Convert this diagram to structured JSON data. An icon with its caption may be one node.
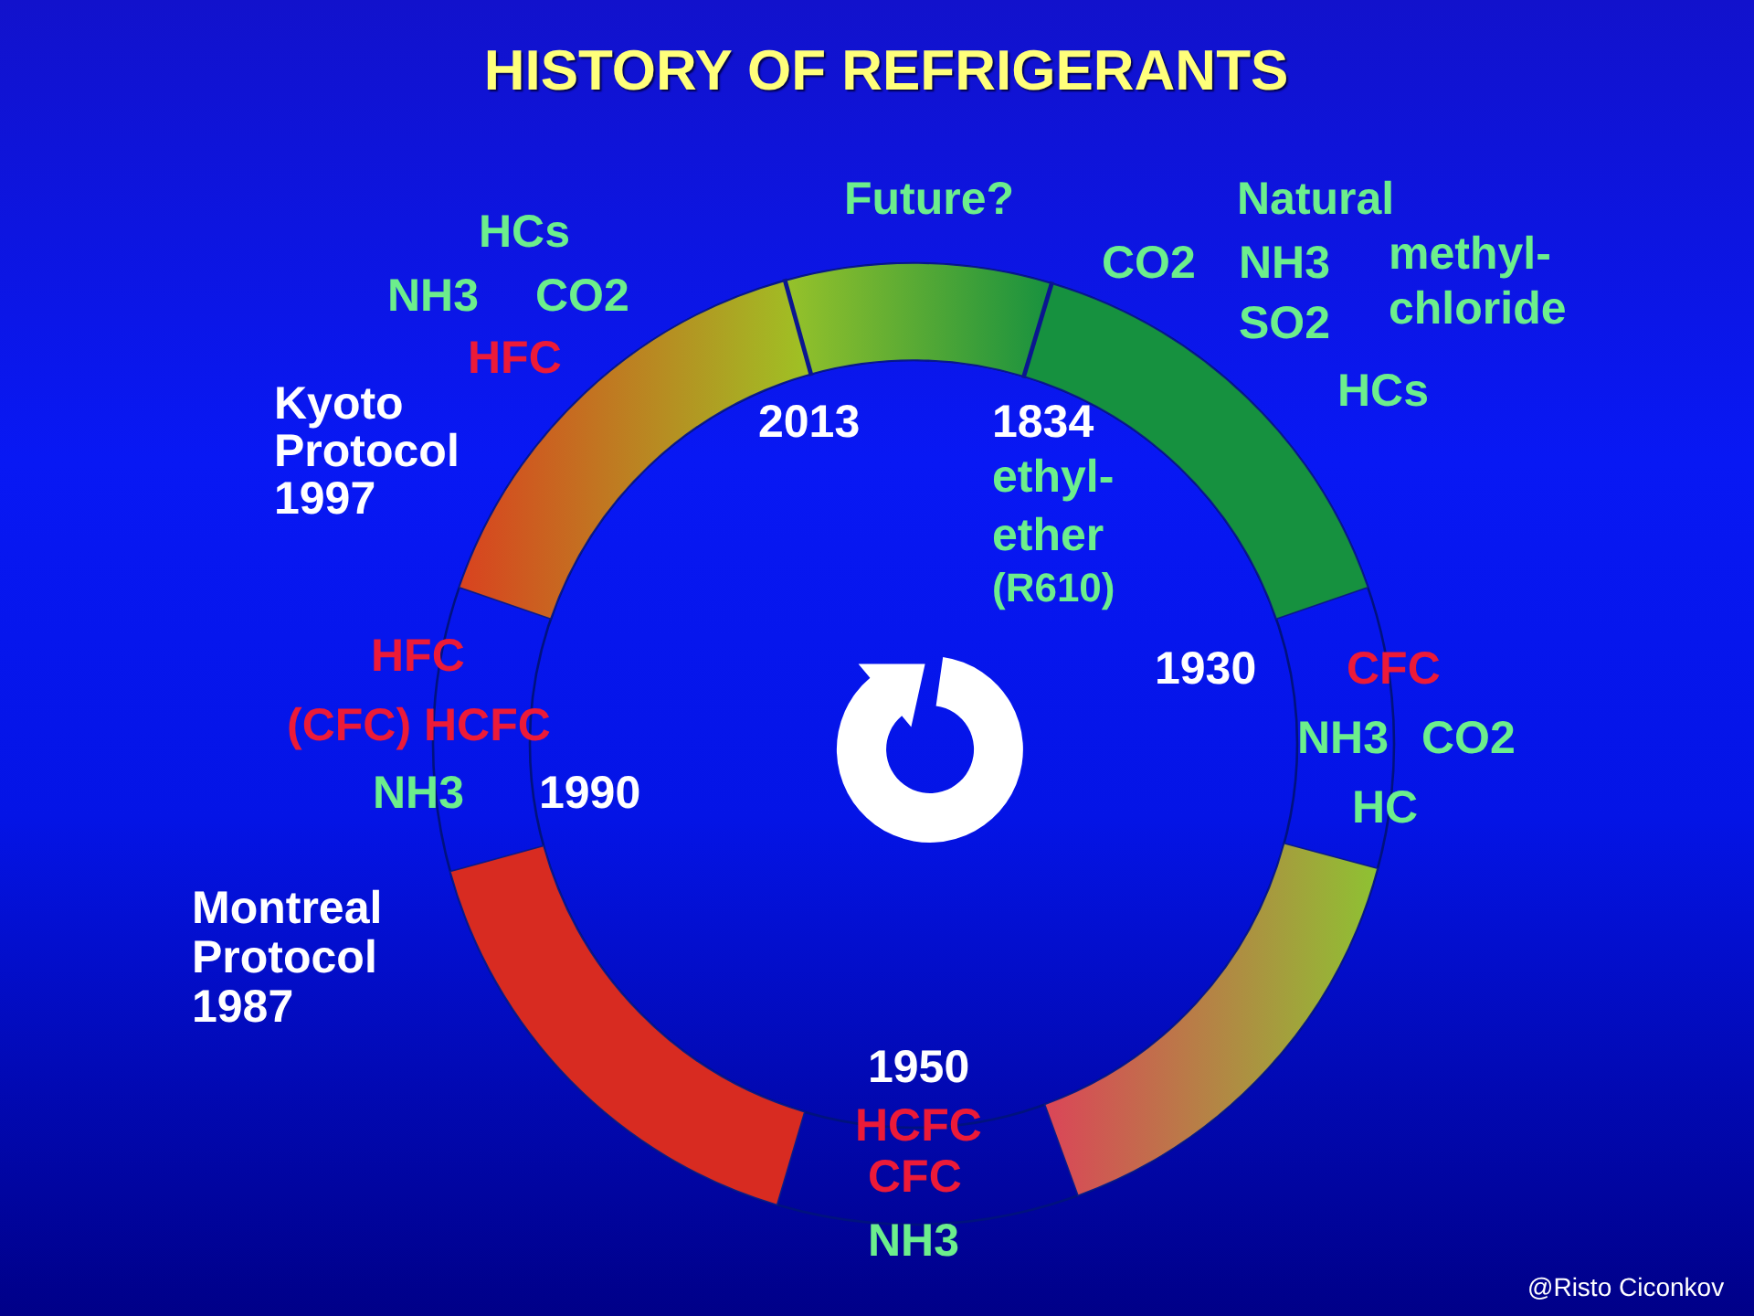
{
  "diagram": {
    "title": "HISTORY OF REFRIGERANTS",
    "labels": [
      "Future?",
      "Natural",
      "HCs",
      "CO2",
      "NH3",
      "methyl- chloride",
      "NH3",
      "CO2",
      "SO2",
      "HFC",
      "Kyoto Protocol 1997",
      "HCs",
      "2013",
      "1834",
      "ethyl- ether",
      "(R610)",
      "HFC",
      "1930",
      "CFC",
      "(CFC) HCFC",
      "NH3",
      "CO2",
      "NH3",
      "1990",
      "HC",
      "Montreal Protocol 1987",
      "1950",
      "HCFC",
      "CFC",
      "NH3",
      "@Risto Ciconkov"
    ]
  }
}
